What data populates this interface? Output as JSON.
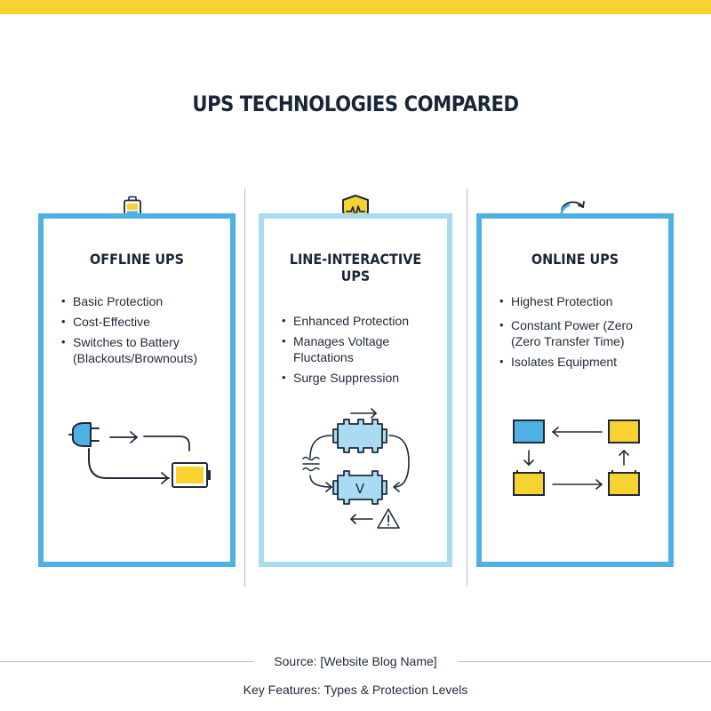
{
  "title": "UPS TECHNOLOGIES COMPARED",
  "cards": [
    {
      "name": "OFFLINE UPS",
      "bullets": [
        "Basic Protection",
        "Cost-Effective",
        "Switches to Battery (Blackouts/Brownouts)"
      ]
    },
    {
      "name": "LINE-INTERACTIVE UPS",
      "bullets": [
        "Enhanced Protection",
        "Manages Voltage Fluctations",
        "Surge Suppression"
      ]
    },
    {
      "name": "ONLINE UPS",
      "bullets": [
        "Highest Protection",
        "Constant Power (Zero (Zero Transfer Time)",
        "Isolates Equipment"
      ]
    }
  ],
  "footer": {
    "source": "Source: [Website Blog Name]",
    "caption": "Key Features: Types & Protection Levels"
  },
  "icons": {
    "offline": "battery-icon",
    "line_interactive": "shield-pulse-icon",
    "online": "refresh-cycle-icon",
    "regulator_label": "V"
  },
  "colors": {
    "accent_yellow": "#f7d230",
    "accent_blue": "#4fb1e3",
    "light_blue": "#a9dcf3"
  }
}
